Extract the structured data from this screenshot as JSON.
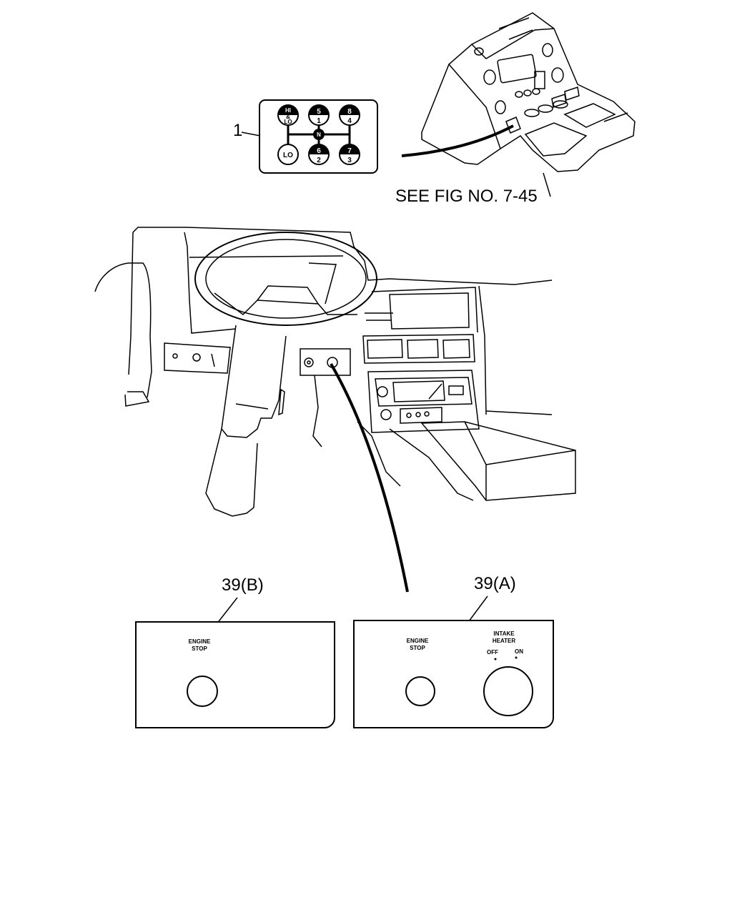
{
  "callouts": {
    "shift_pattern_label": "1",
    "see_fig": "SEE FIG NO. 7-45",
    "panel_b_label": "39(B)",
    "panel_a_label": "39(A)"
  },
  "shift_pattern": {
    "top_row": [
      {
        "top": "HI",
        "mid": "&",
        "bottom": "LO"
      },
      {
        "top": "5",
        "bottom": "1"
      },
      {
        "top": "8",
        "bottom": "4"
      }
    ],
    "neutral": "N",
    "bottom_row": [
      {
        "single": "LO"
      },
      {
        "top": "6",
        "bottom": "2"
      },
      {
        "top": "7",
        "bottom": "3"
      }
    ]
  },
  "panel_b": {
    "engine_stop_line1": "ENGINE",
    "engine_stop_line2": "STOP"
  },
  "panel_a": {
    "engine_stop_line1": "ENGINE",
    "engine_stop_line2": "STOP",
    "intake_heater_line1": "INTAKE",
    "intake_heater_line2": "HEATER",
    "off_label": "OFF",
    "on_label": "ON"
  }
}
